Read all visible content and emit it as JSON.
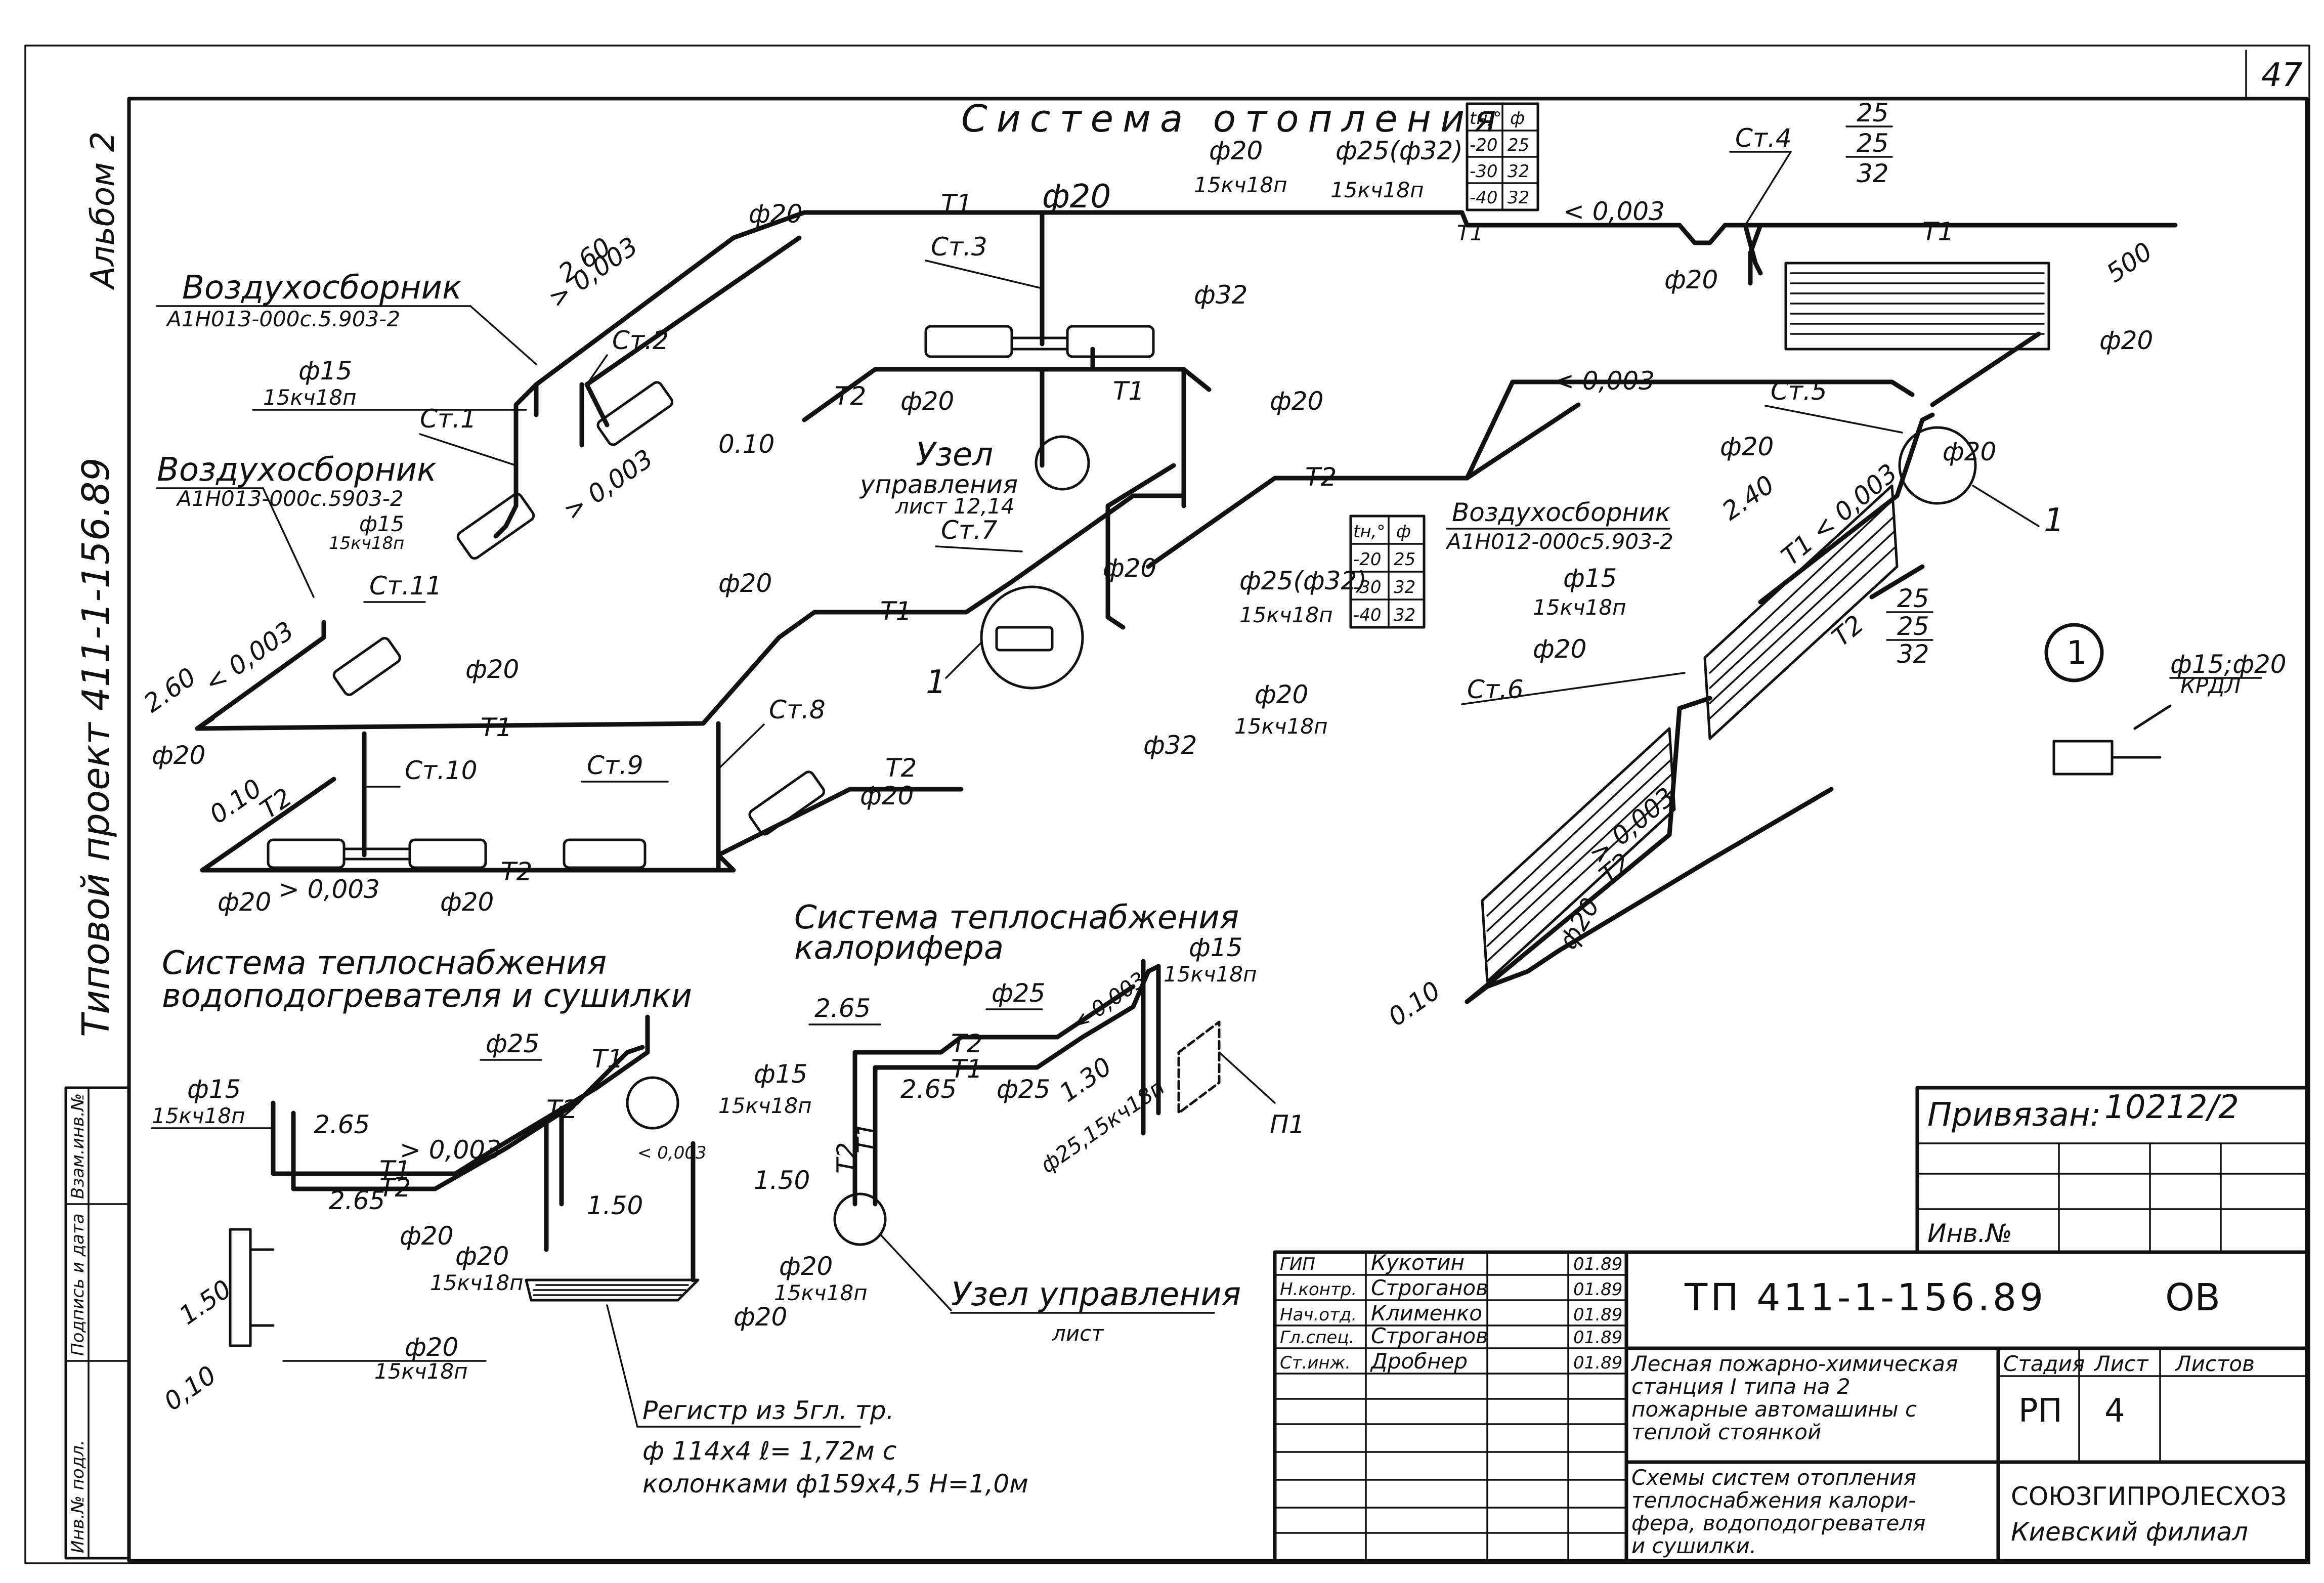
{
  "sheet_number": "47",
  "margin": {
    "album": "Альбом 2",
    "project": "Типовой проект 411-1-156.89",
    "stamp_cells": [
      "Инв.№ подл.",
      "Подпись и дата",
      "Взам.инв.№"
    ]
  },
  "heating": {
    "title": "Система отопления",
    "air_collector_1": "Воздухосборник",
    "air_collector_1_code": "А1Н013-000с.5.903-2",
    "air_collector_2": "Воздухосборник",
    "air_collector_2_code": "А1Н013-000с.5903-2",
    "air_collector_3": "Воздухосборник",
    "air_collector_3_code": "А1Н012-000с5.903-2",
    "node": "Узел",
    "node_2": "управления",
    "node_3": "лист 12,14",
    "risers": [
      "Ст.1",
      "Ст.2",
      "Ст.3",
      "Ст.4",
      "Ст.5",
      "Ст.6",
      "Ст.7",
      "Ст.8",
      "Ст.9",
      "Ст.10",
      "Ст.11"
    ],
    "d15": "ф15",
    "d20": "ф20",
    "d25": "ф25",
    "d32": "ф32",
    "d25_32": "ф25(ф32)",
    "valve": "15кч18п",
    "t1": "Т1",
    "t2": "Т2",
    "slope": "0,003",
    "slope_gt": "> 0,003",
    "slope_lt": "< 0,003",
    "h_260": "2.60",
    "h_240": "2.40",
    "h_010": "0.10",
    "dim_500": "500",
    "callout": "1",
    "krdl": "ф15;ф20",
    "krdl_2": "КРДЛ",
    "table_head": [
      "tн,°",
      "ф"
    ],
    "table_rows": [
      [
        "-20",
        "25"
      ],
      [
        "-30",
        "32"
      ],
      [
        "-40",
        "32"
      ]
    ],
    "stack": [
      "25",
      "25",
      "32"
    ]
  },
  "heater_supply": {
    "title": "Система теплоснабжения",
    "title_2": "калорифера",
    "h_265": "2.65",
    "h_130": "1.30",
    "d25_valve": "ф25,15кч18п",
    "p1": "П1",
    "node": "Узел управления",
    "node_2": "лист"
  },
  "dryer_supply": {
    "title": "Система теплоснабжения",
    "title_2": "водоподогревателя и сушилки",
    "h_265": "2.65",
    "h_150": "1.50",
    "h_010": "0,10",
    "register": "Регистр из 5гл. тр.",
    "register_2": "ф 114х4 ℓ= 1,72м с",
    "register_3": "колонками ф159х4,5 Н=1,0м"
  },
  "title_block": {
    "doc_number_hand": "10212/2",
    "bound": "Привязан:",
    "inv": "Инв.№",
    "code": "ТП  411-1-156.89",
    "mark": "ОВ",
    "signers": [
      {
        "role": "ГИП",
        "name": "Кукотин",
        "date": "01.89"
      },
      {
        "role": "Н.контр.",
        "name": "Строганов",
        "date": "01.89"
      },
      {
        "role": "Нач.отд.",
        "name": "Клименко",
        "date": "01.89"
      },
      {
        "role": "Гл.спец.",
        "name": "Строганов",
        "date": "01.89"
      },
      {
        "role": "Ст.инж.",
        "name": "Дробнер",
        "date": "01.89"
      }
    ],
    "object_1": "Лесная пожарно-химическая",
    "object_2": "станция I типа на 2",
    "object_3": "пожарные автомашины с",
    "object_4": "теплой стоянкой",
    "sheet_title_1": "Схемы систем отопления",
    "sheet_title_2": "теплоснабжения калори-",
    "sheet_title_3": "фера, водоподогревателя",
    "sheet_title_4": "и сушилки.",
    "stage_label": "Стадия",
    "sheet_label": "Лист",
    "sheets_label": "Листов",
    "stage": "РП",
    "sheet": "4",
    "sheets": "",
    "org_1": "СОЮЗГИПРОЛЕСХОЗ",
    "org_2": "Киевский филиал"
  }
}
